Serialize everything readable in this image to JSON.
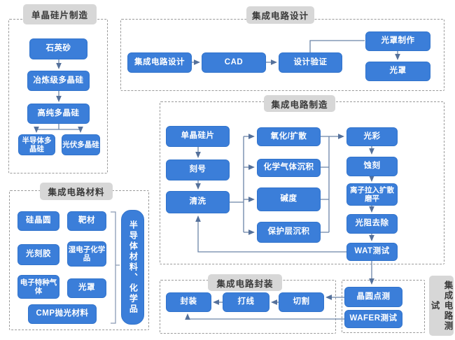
{
  "colors": {
    "node_blue": "#3b7ed9",
    "node_border": "#3173cb",
    "node_text": "#ffffff",
    "title_bg": "#d7d7d7",
    "title_text": "#3a3a3a",
    "dashed_border": "#9a9a9a",
    "connector_line": "#6b84a8"
  },
  "wafer_mfg": {
    "title": "单晶硅片制造",
    "quartz": "石英砂",
    "mg_poly": "冶炼级多晶硅",
    "hp_poly": "高纯多晶硅",
    "semi_poly": "半导体多晶硅",
    "pv_poly": "光伏多晶硅"
  },
  "ic_design": {
    "title": "集成电路设计",
    "design": "集成电路设计",
    "cad": "CAD",
    "verify": "设计验证",
    "mask_make": "光罩制作",
    "mask": "光罩"
  },
  "ic_mfg": {
    "title": "集成电路制造",
    "wafer": "单晶硅片",
    "mark": "刻号",
    "clean": "清洗",
    "oxidation": "氧化/扩散",
    "cvd": "化学气体沉积",
    "alkalinity": "碱度",
    "protect": "保护层沉积",
    "litho": "光彩",
    "etch": "蚀刻",
    "ion": "离子拉入扩散磨平",
    "strip": "光阻去除",
    "wat": "WAT测试"
  },
  "ic_materials": {
    "title": "集成电路材料",
    "si_wafer": "硅晶圆",
    "target": "靶材",
    "resist": "光刻胶",
    "wet_chem": "湿电子化学品",
    "gas": "电子特种气体",
    "mask": "光罩",
    "cmp": "CMP抛光材料",
    "side_label": "半导体材料、化学品"
  },
  "ic_packaging": {
    "title": "集成电路封装",
    "package": "封装",
    "bond": "打线",
    "dice": "切割"
  },
  "ic_testing": {
    "title": "集成电路测试",
    "probe": "晶圆点测",
    "wafer_test": "WAFER测试"
  }
}
